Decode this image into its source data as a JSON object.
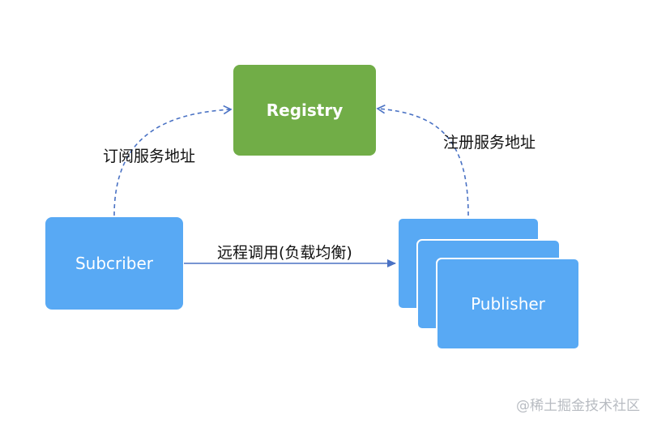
{
  "nodes": {
    "registry": "Registry",
    "subscriber": "Subcriber",
    "publisher": "Publisher"
  },
  "edges": {
    "subscribe": "订阅服务地址",
    "register": "注册服务地址",
    "rpc_call": "远程调用(负载均衡)"
  },
  "watermark": "@稀土掘金技术社区",
  "colors": {
    "registry": "#71ad47",
    "service": "#58a9f4",
    "arrow": "#4a72c4"
  }
}
